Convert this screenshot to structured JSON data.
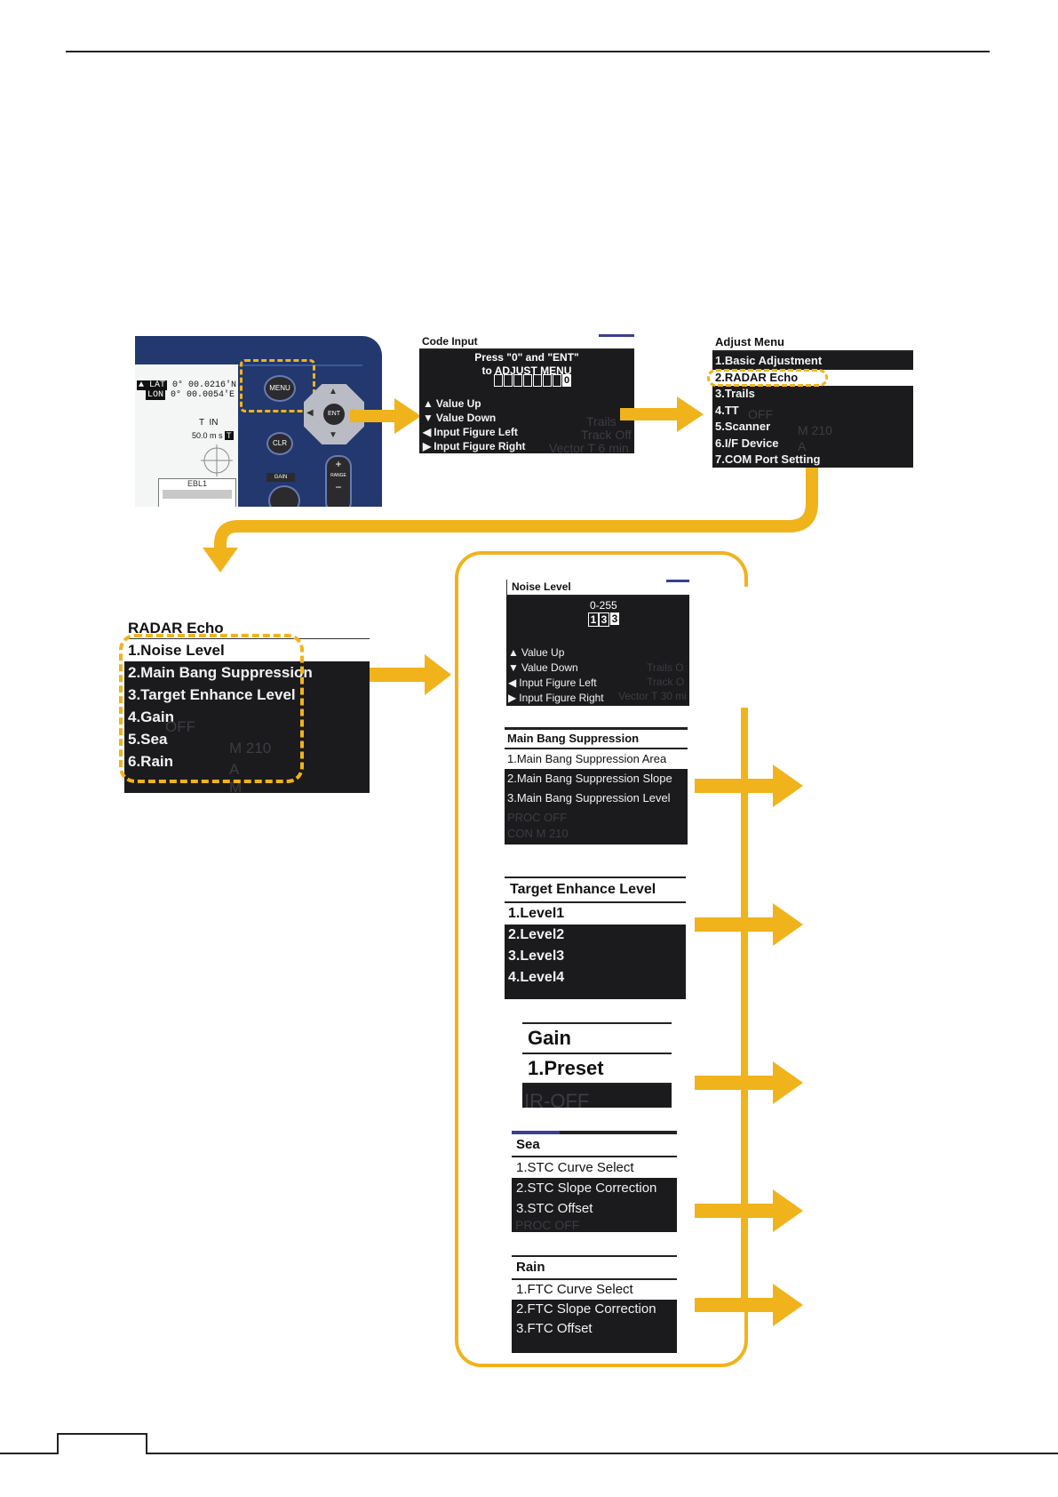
{
  "colors": {
    "accent": "#f0b31c",
    "panel_bg": "#1b1b1d",
    "device_blue": "#22386e",
    "title_bar_blue": "#3a3f8f"
  },
  "device": {
    "lat_label": "LAT",
    "lon_label": "LON",
    "lat_value": "0° 00.0216'N",
    "lon_value": "0° 00.0054'E",
    "heading": "T  IN",
    "speed": "50.0 m s",
    "speed_flag": "T",
    "ebl": "EBL1",
    "menu_button": "MENU",
    "ent_button": "ENT",
    "clr_button": "CLR",
    "gain_button": "GAIN",
    "range_button": "RANGE",
    "plus": "+",
    "minus": "−"
  },
  "code_input": {
    "title": "Code Input",
    "line1": "Press \"0\" and \"ENT\"",
    "line2": "to ADJUST MENU",
    "digit": "0",
    "items": [
      "Value Up",
      "Value Down",
      "Input Figure Left",
      "Input Figure Right"
    ],
    "ghost": [
      "Trails",
      "Track  Off",
      "Vector  T  6 min"
    ]
  },
  "adjust_menu": {
    "title": "Adjust Menu",
    "items": [
      "1.Basic Adjustment",
      "2.RADAR Echo",
      "3.Trails",
      "4.TT",
      "5.Scanner",
      "6.I/F Device",
      "7.COM Port Setting"
    ],
    "ghost": [
      "OFF",
      "M  210",
      "A"
    ]
  },
  "radar_echo": {
    "title": "RADAR Echo",
    "items": [
      "1.Noise Level",
      "2.Main Bang Suppression",
      "3.Target Enhance Level",
      "4.Gain",
      "5.Sea",
      "6.Rain"
    ],
    "ghost": [
      "OFF",
      "M  210",
      "A",
      "M"
    ]
  },
  "noise_level": {
    "title": "Noise Level",
    "range": "0-255",
    "digits": [
      "1",
      "3",
      "3"
    ],
    "items": [
      "Value Up",
      "Value Down",
      "Input Figure Left",
      "Input Figure Right"
    ],
    "ghost": [
      "Trails  O",
      "Track  O",
      "Vector  T  30 mi"
    ]
  },
  "main_bang": {
    "title": "Main Bang Suppression",
    "items": [
      "1.Main Bang Suppression Area",
      "2.Main Bang Suppression Slope",
      "3.Main Bang Suppression Level"
    ],
    "ghost": [
      "PROC OFF",
      "CON  M  210"
    ]
  },
  "target_enhance": {
    "title": "Target Enhance Level",
    "items": [
      "1.Level1",
      "2.Level2",
      "3.Level3",
      "4.Level4"
    ]
  },
  "gain": {
    "title": "Gain",
    "items": [
      "1.Preset"
    ],
    "ghost": [
      "IR-OFF"
    ]
  },
  "sea": {
    "title": "Sea",
    "items": [
      "1.STC Curve Select",
      "2.STC Slope Correction",
      "3.STC Offset"
    ],
    "ghost": [
      "PROC OFF"
    ]
  },
  "rain": {
    "title": "Rain",
    "items": [
      "1.FTC Curve Select",
      "2.FTC Slope Correction",
      "3.FTC Offset"
    ]
  }
}
